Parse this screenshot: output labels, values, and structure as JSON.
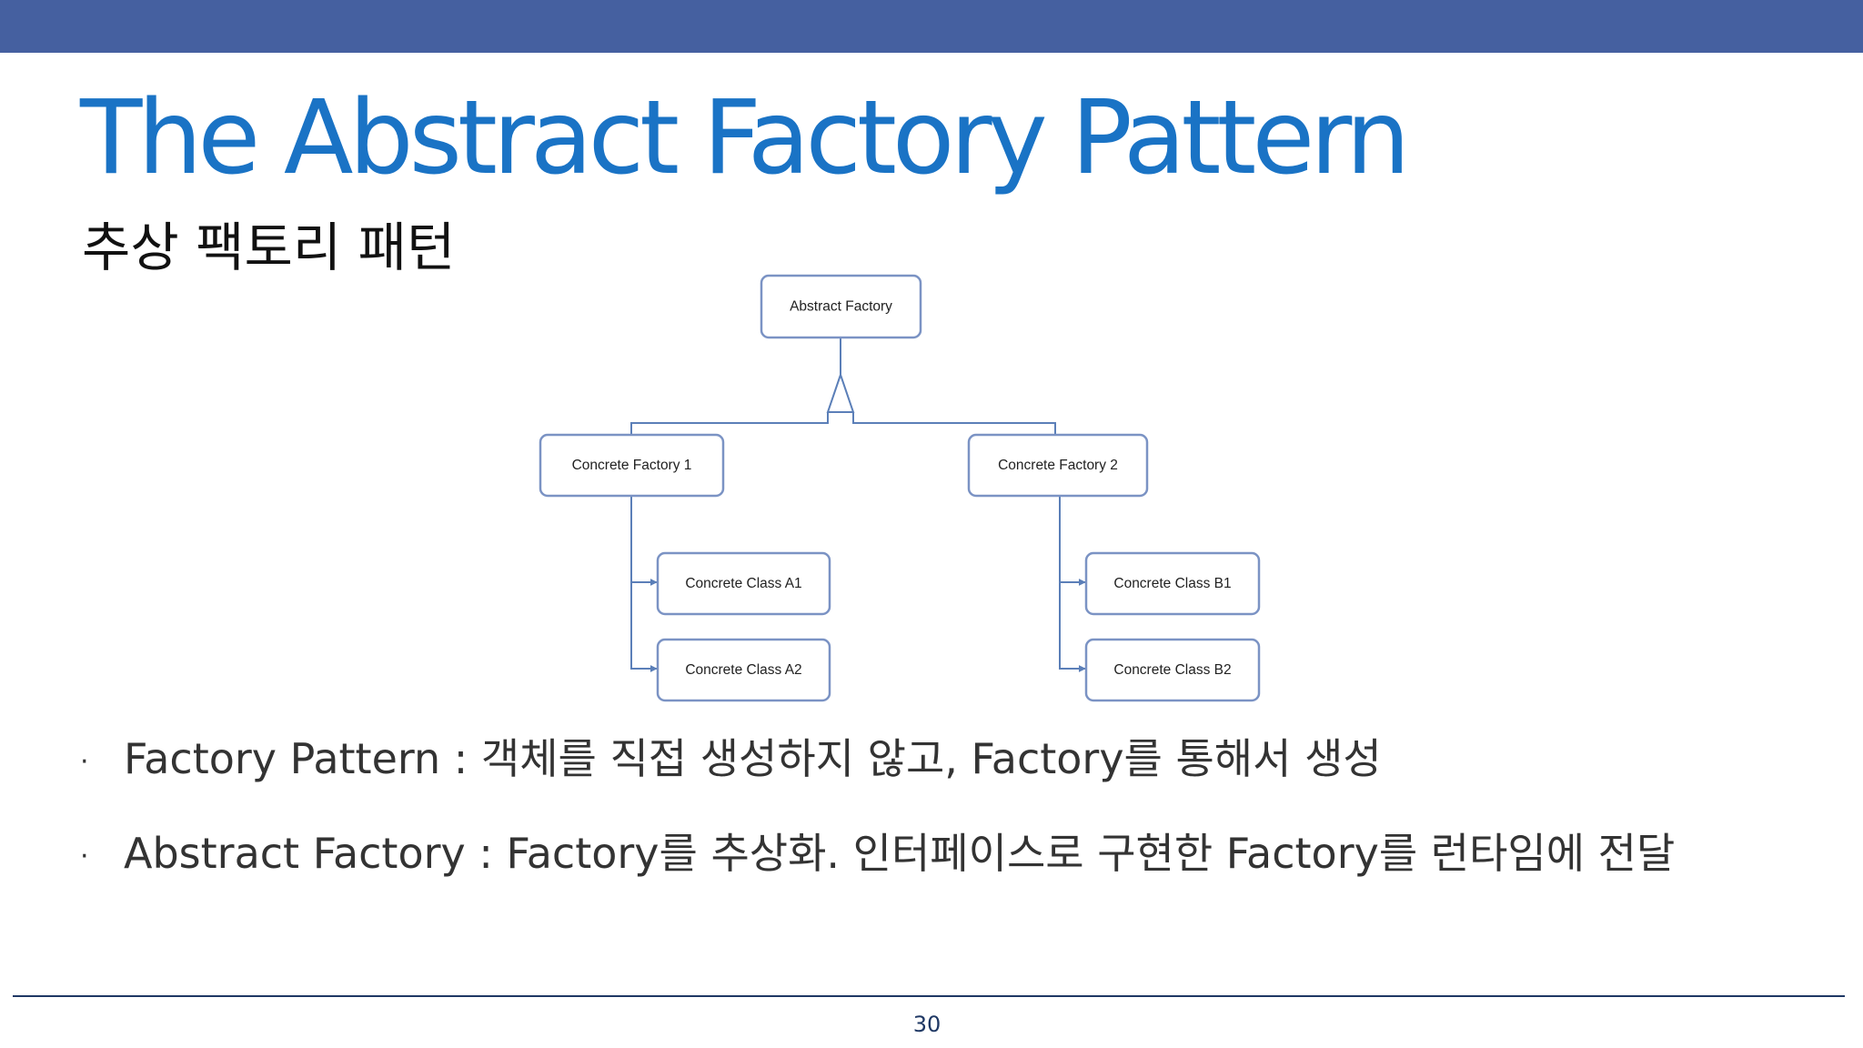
{
  "slide": {
    "title": "The Abstract Factory Pattern",
    "subtitle": "추상 팩토리 패턴",
    "page_number": "30",
    "colors": {
      "top_bar": "#4560a0",
      "title": "#1a73c5",
      "node_border": "#7b93c4",
      "connector": "#5b7fb8",
      "footer_line": "#1f3864"
    }
  },
  "diagram": {
    "nodes": {
      "abstract_factory": "Abstract Factory",
      "concrete_factory_1": "Concrete Factory 1",
      "concrete_factory_2": "Concrete Factory 2",
      "concrete_class_a1": "Concrete Class A1",
      "concrete_class_a2": "Concrete Class A2",
      "concrete_class_b1": "Concrete Class B1",
      "concrete_class_b2": "Concrete Class B2"
    },
    "edges": [
      {
        "from": "concrete_factory_1",
        "to": "abstract_factory",
        "type": "inheritance"
      },
      {
        "from": "concrete_factory_2",
        "to": "abstract_factory",
        "type": "inheritance"
      },
      {
        "from": "concrete_factory_1",
        "to": "concrete_class_a1",
        "type": "creates"
      },
      {
        "from": "concrete_factory_1",
        "to": "concrete_class_a2",
        "type": "creates"
      },
      {
        "from": "concrete_factory_2",
        "to": "concrete_class_b1",
        "type": "creates"
      },
      {
        "from": "concrete_factory_2",
        "to": "concrete_class_b2",
        "type": "creates"
      }
    ]
  },
  "bullets": [
    {
      "symbol": "·",
      "text": "Factory Pattern : 객체를 직접 생성하지 않고, Factory를 통해서 생성"
    },
    {
      "symbol": "·",
      "text": "Abstract Factory : Factory를 추상화. 인터페이스로 구현한 Factory를 런타임에 전달"
    }
  ]
}
